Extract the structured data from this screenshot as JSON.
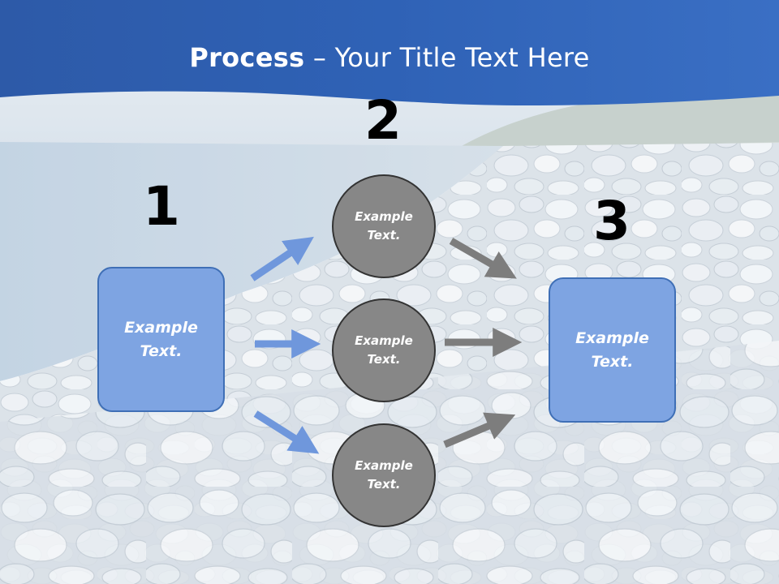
{
  "title": {
    "bold": "Process",
    "separator": " – ",
    "rest": "Your Title Text Here"
  },
  "steps": [
    {
      "number": "1",
      "label": "Example Text."
    },
    {
      "number": "2",
      "labels": [
        "Example Text.",
        "Example Text.",
        "Example Text."
      ]
    },
    {
      "number": "3",
      "label": "Example Text."
    }
  ],
  "colors": {
    "header_blue": "#2f63b8",
    "box_fill": "#7ea4e2",
    "box_border": "#3f6fb6",
    "circle_fill": "#878787",
    "blue_arrow": "#6f97dc",
    "gray_arrow": "#7d7d7d"
  }
}
